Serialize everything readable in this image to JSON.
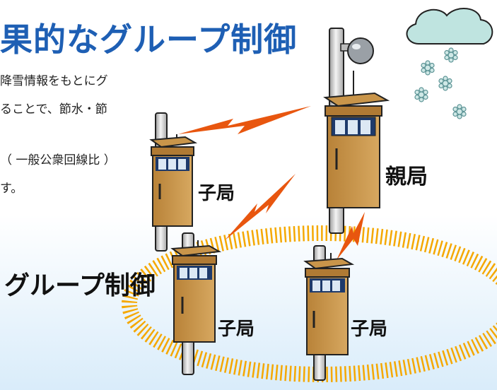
{
  "title": "果的なグループ制御",
  "description": [
    "降雪情報をもとにグ",
    "ることで、節水・節",
    "（ 一般公衆回線比 ）",
    "す。"
  ],
  "group_label": "グループ制御",
  "stations": {
    "master_label": "親局",
    "child1_label": "子局",
    "child2_label": "子局",
    "child3_label": "子局"
  },
  "colors": {
    "title": "#1e5fb4",
    "lightning": "#e8560f",
    "ring": "#f5a800",
    "cabinet": "#c9954a",
    "cabinet_dark": "#7a4a1e",
    "cloud": "#bfe4e0",
    "snow": "#6aa7a8",
    "background_gradient_bottom": "#d9ecfa"
  },
  "icons": [
    "cloud-icon",
    "snowflake-icon",
    "lightning-icon",
    "radar-sensor-icon"
  ]
}
